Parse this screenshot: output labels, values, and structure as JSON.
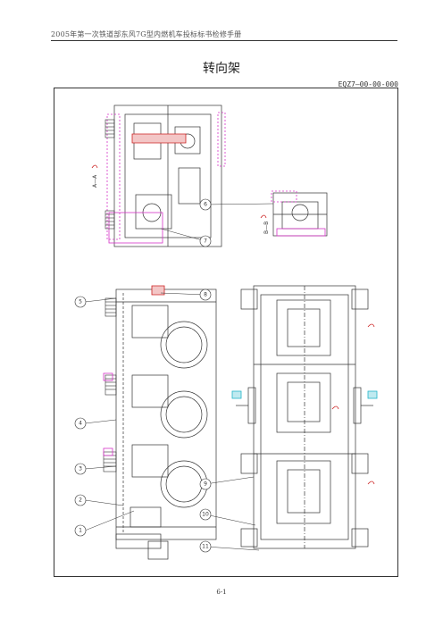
{
  "page": {
    "header_text": "2005年第一次铁道部东风7G型内燃机车投标标书检修手册",
    "title": "转向架",
    "doc_number": "EQZ7—00-00-000",
    "page_number": "6-1"
  },
  "drawing": {
    "callouts": [
      "1",
      "2",
      "3",
      "4",
      "5",
      "6",
      "7",
      "8",
      "9",
      "10",
      "11"
    ],
    "section_marks": [
      "A—A",
      "B—B"
    ],
    "colors": {
      "line": "#333333",
      "accent_magenta": "#d633c8",
      "accent_red": "#cc2222",
      "accent_cyan": "#22b5c9"
    }
  }
}
